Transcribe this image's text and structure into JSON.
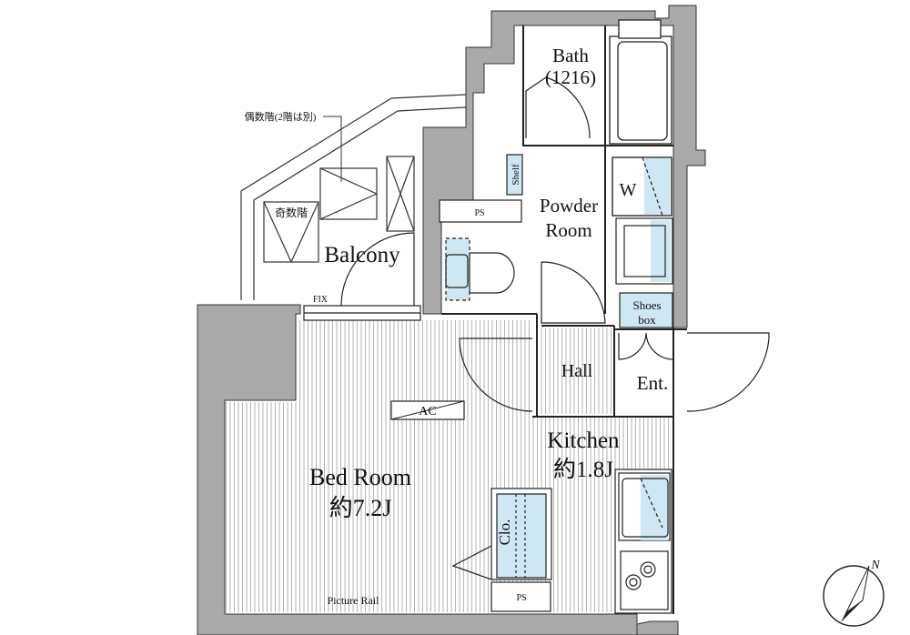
{
  "rooms": {
    "bath": {
      "name": "Bath",
      "size": "(1216)"
    },
    "powder": {
      "line1": "Powder",
      "line2": "Room"
    },
    "balcony": "Balcony",
    "hall": "Hall",
    "entrance": "Ent.",
    "kitchen": {
      "name": "Kitchen",
      "area": "約1.8J"
    },
    "bedroom": {
      "name": "Bed Room",
      "area": "約7.2J"
    }
  },
  "fixtures": {
    "shelf": "Shelf",
    "washer": "W",
    "ps_top": "PS",
    "ps_bottom": "PS",
    "shoes_box": {
      "line1": "Shoes",
      "line2": "box"
    },
    "ac": "AC",
    "closet": "Clo.",
    "fix_window": "FIX",
    "picture_rail": "Picture Rail"
  },
  "notes": {
    "even_floors": "偶数階(2階は別)",
    "odd_floors": "奇数階"
  },
  "compass": {
    "north": "N"
  },
  "colors": {
    "wall": "#a9a9a9",
    "fixture_blue": "#cfe6f3",
    "line": "#222222",
    "floor_hatch": "#b5b5b5"
  }
}
